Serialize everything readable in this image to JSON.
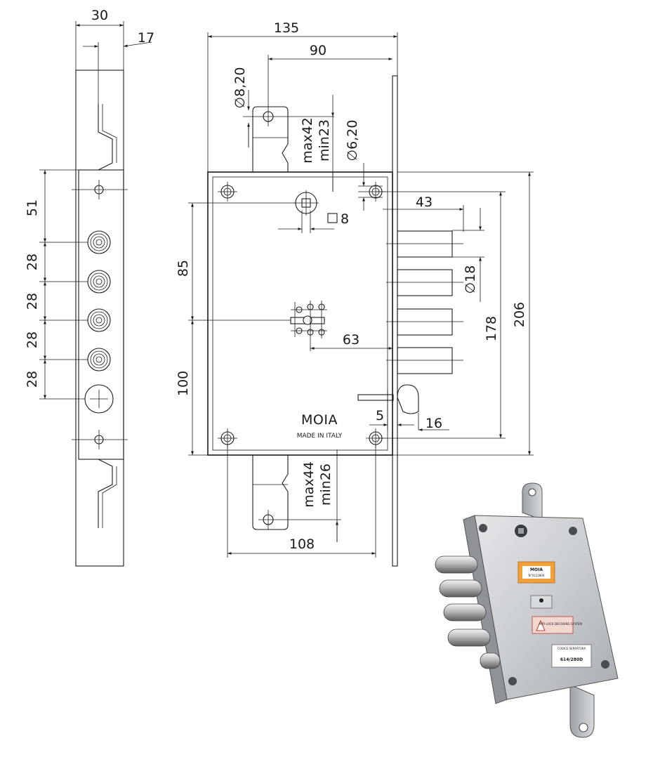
{
  "brand": {
    "logo": "MOIA",
    "origin": "MADE IN ITALY"
  },
  "side_view": {
    "width_top": "30",
    "faceplate": "17",
    "first_gap": "51",
    "pitches": [
      "28",
      "28",
      "28",
      "28"
    ]
  },
  "front_view": {
    "overall_width": "135",
    "backset": "90",
    "hole_top": "8,20",
    "hole_case": "6,20",
    "upper_strap": {
      "max": "max42",
      "min": "min23"
    },
    "spindle": "8",
    "bolt_projection": "43",
    "bolt_diameter": "18",
    "overall_height": "206",
    "case_height": "178",
    "upper_to_center": "85",
    "center_to_lower": "100",
    "cylinder_backset": "63",
    "latch_gap": "5",
    "latch_projection": "16",
    "lower_strap": {
      "max": "max44",
      "min": "min26"
    },
    "lower_width": "108"
  },
  "photo": {
    "label_title": "CODICE SERRATURA",
    "label_code": "614/280D",
    "sticker_brand": "MOIA",
    "sticker_code": "N°0122800",
    "warning": "ANTI-LOCK DECODING SYSTEM"
  }
}
